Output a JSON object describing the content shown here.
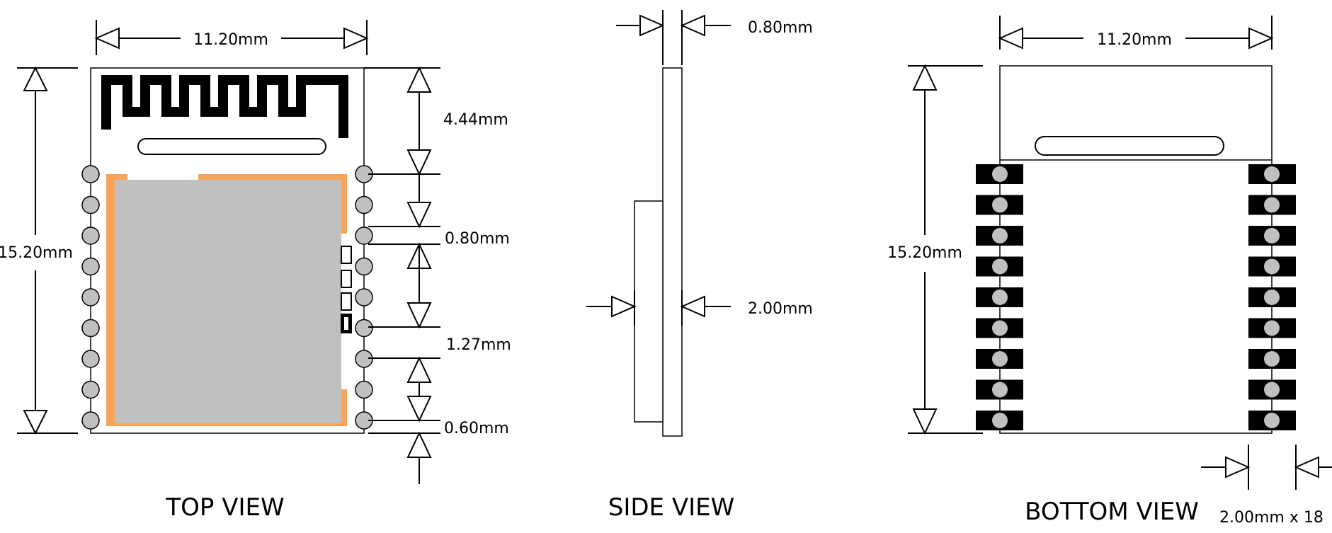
{
  "views": {
    "top": {
      "title": "TOP VIEW",
      "width_label": "11.20mm",
      "height_label": "15.20mm",
      "antenna_label": "4.44mm",
      "pin_gap_label": "0.80mm",
      "pitch_label": "1.27mm",
      "bottom_gap_label": "0.60mm"
    },
    "side": {
      "title": "SIDE VIEW",
      "pcb_thickness_label": "0.80mm",
      "total_thickness_label": "2.00mm"
    },
    "bottom": {
      "title": "BOTTOM VIEW",
      "width_label": "11.20mm",
      "height_label": "15.20mm",
      "pad_label": "2.00mm x 18"
    }
  },
  "colors": {
    "shield": "#c0c0c0",
    "copper": "#f5a45a",
    "pad": "#000000",
    "pin": "#c0c0c0"
  },
  "counts": {
    "pins_per_side": 9
  }
}
